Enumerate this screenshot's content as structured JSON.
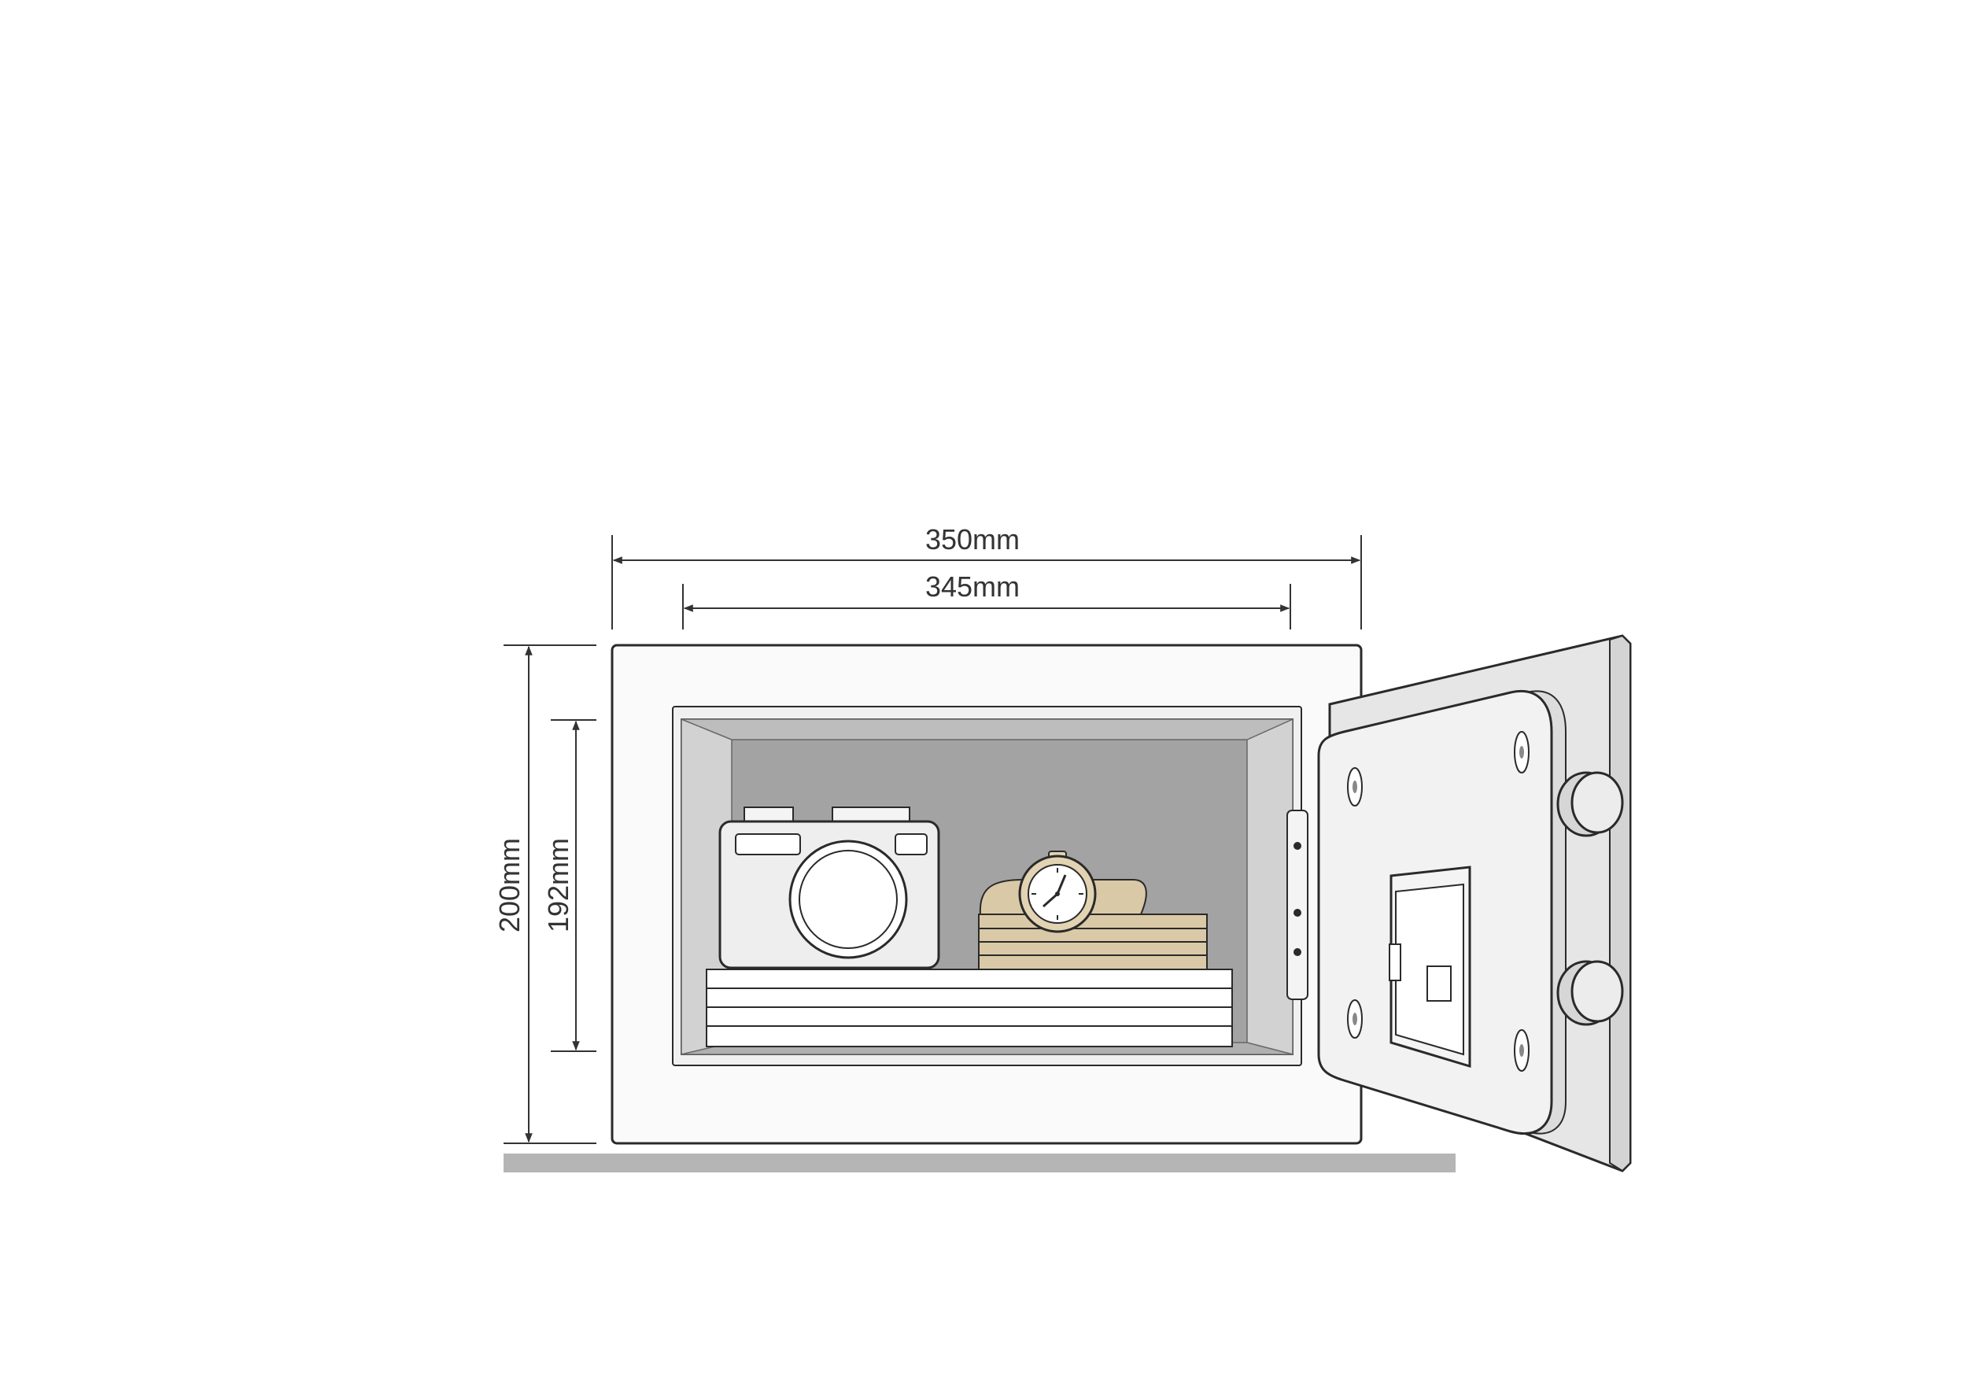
{
  "dimensions": {
    "outer_width": "350mm",
    "inner_width": "345mm",
    "outer_height": "200mm",
    "inner_height": "192mm"
  },
  "colors": {
    "outline": "#2a2a2a",
    "body": "#fafafa",
    "interior": "#a3a3a3",
    "floor": "#b5b5b5",
    "wood": "#d9c9a6",
    "camera": "#eeeeee",
    "door": "#f2f2f2"
  },
  "icons": [
    "safe-body",
    "open-door",
    "camera-icon",
    "watch-icon",
    "document-stack-icon",
    "wood-box-icon",
    "hinge-icon",
    "keypad-icon"
  ]
}
